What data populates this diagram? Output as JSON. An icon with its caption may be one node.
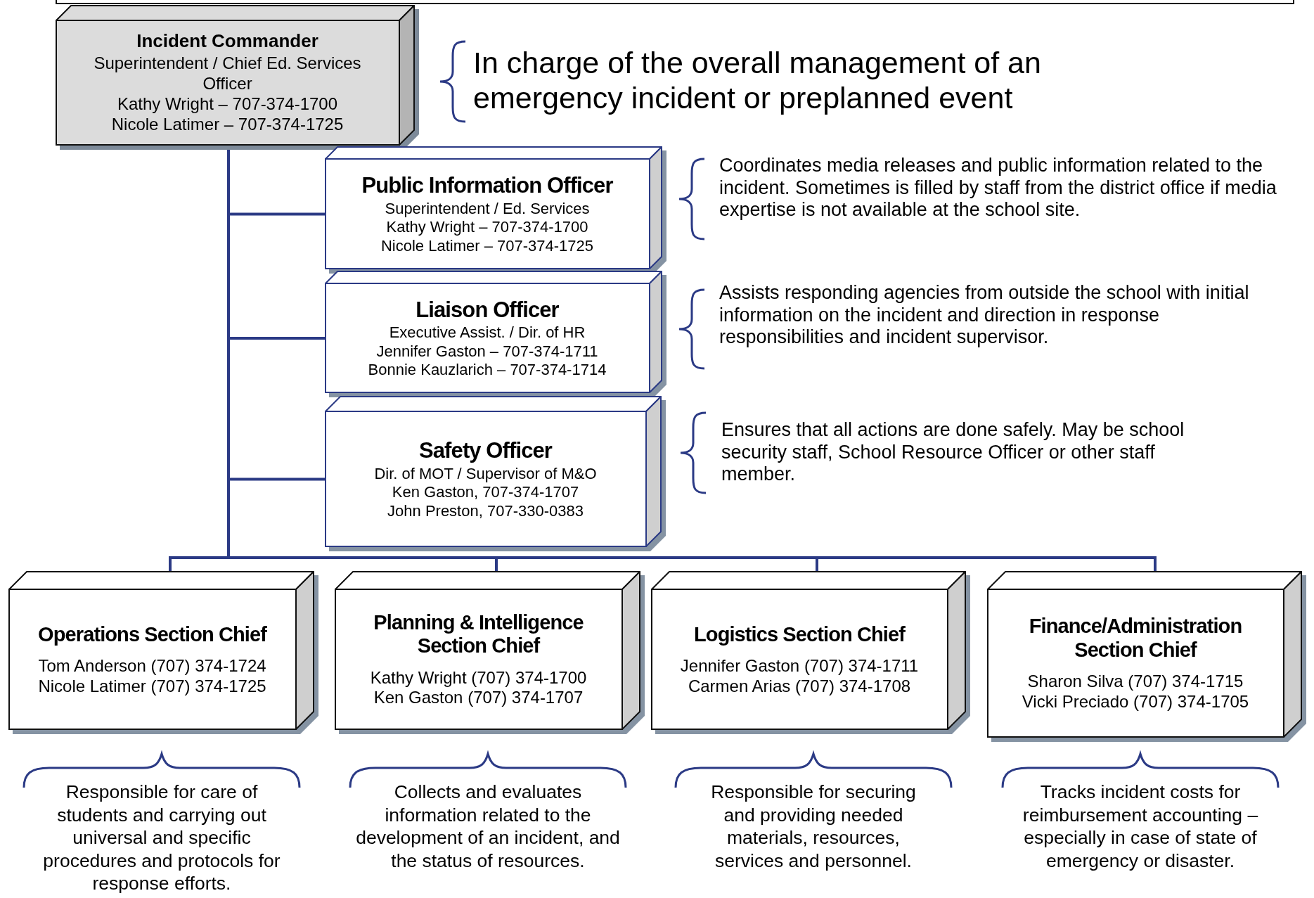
{
  "diagram": {
    "nodes": [
      {
        "text": [
          "Incident Commander",
          "Superintendent / Chief Ed. Services Officer",
          "Kathy Wright – 707-374-1700",
          "Nicole Latimer – 707-374-1725"
        ]
      },
      {
        "text": [
          "Public Information Officer",
          "Superintendent / Ed. Services",
          "Kathy Wright – 707-374-1700",
          "Nicole Latimer – 707-374-1725"
        ],
        "beside": [
          "Coordinates media releases and public information related to the incident. Sometimes is filled by staff from the district office if media expertise is not available at the school site."
        ]
      },
      {
        "text": [
          "Liaison Officer",
          "Executive Assist. / Dir. of HR",
          "Jennifer Gaston – 707-374-1711",
          "Bonnie Kauzlarich – 707-374-1714"
        ],
        "beside": [
          "Assists responding agencies from outside the school with initial information on the incident and direction in response responsibilities and incident supervisor."
        ]
      },
      {
        "text": [
          "Safety Officer",
          "Dir. of MOT / Supervisor of M&O",
          "Ken Gaston, 707-374-1707",
          "John Preston, 707-330-0383"
        ],
        "beside": [
          "Ensures that all actions are done safely.  May be school security staff, School Resource Officer or other staff member."
        ]
      },
      {
        "text": [
          "Operations Section Chief",
          "Tom Anderson (707) 374-1724",
          "Nicole Latimer (707) 374-1725"
        ],
        "beside": [
          "Responsible for care of students and carrying out universal and specific procedures and protocols for response efforts."
        ]
      },
      {
        "text": [
          "Planning & Intelligence Section Chief",
          "Kathy Wright (707) 374-1700",
          "Ken Gaston (707) 374-1707"
        ],
        "beside": [
          "Collects and evaluates information related to the development of an incident, and the status of resources."
        ]
      },
      {
        "text": [
          "Logistics Section Chief",
          "Jennifer Gaston (707) 374-1711",
          "Carmen Arias (707) 374-1708"
        ],
        "beside": [
          "Responsible for securing and providing needed materials, resources, services and personnel."
        ]
      },
      {
        "text": [
          "Finance/Administration Section Chief",
          "Sharon Silva (707) 374-1715",
          "Vicki Preciado (707) 374-1705"
        ],
        "beside": [
          "Tracks incident costs for reimbursement accounting – especially in case of state of emergency or disaster."
        ]
      }
    ],
    "edges": [
      {
        "from": 0,
        "to": 1,
        "arrow": "none"
      },
      {
        "from": 0,
        "to": 2,
        "arrow": "none"
      },
      {
        "from": 0,
        "to": 3,
        "arrow": "none"
      },
      {
        "from": 0,
        "to": 4,
        "arrow": "none"
      },
      {
        "from": 0,
        "to": 5,
        "arrow": "none"
      },
      {
        "from": 0,
        "to": 6,
        "arrow": "none"
      },
      {
        "from": 0,
        "to": 7,
        "arrow": "none"
      }
    ],
    "labels": [
      "In charge of the overall management of an emergency incident or preplanned event"
    ]
  }
}
